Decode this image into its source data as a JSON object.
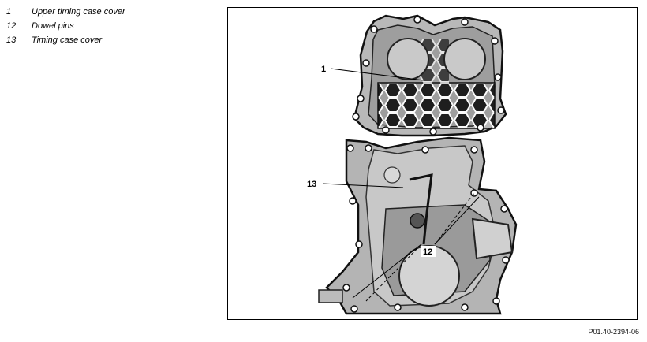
{
  "legend": [
    {
      "num": "1",
      "label": "Upper timing case cover"
    },
    {
      "num": "12",
      "label": "Dowel pins"
    },
    {
      "num": "13",
      "label": "Timing case cover"
    }
  ],
  "figure": {
    "callouts": {
      "c1": "1",
      "c13": "13",
      "c12": "12"
    }
  },
  "caption": "P01.40-2394-06"
}
